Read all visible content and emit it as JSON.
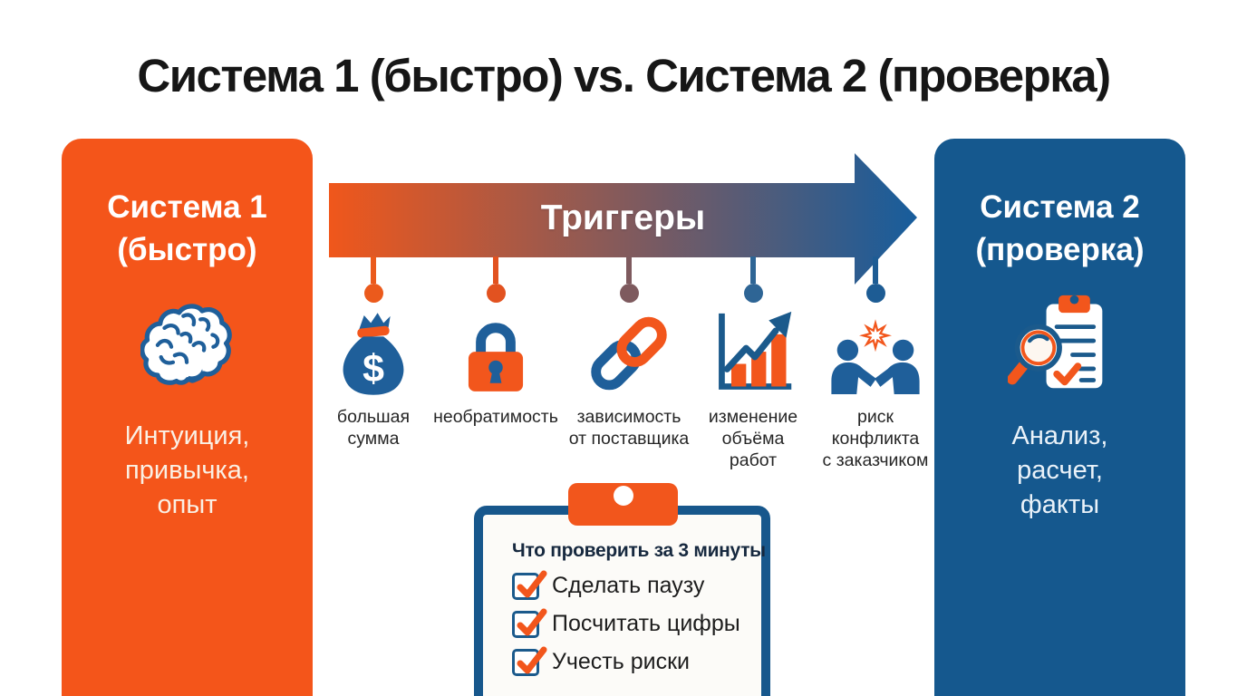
{
  "title": "Система 1 (быстро) vs. Система 2 (проверка)",
  "left_panel": {
    "heading": "Система 1\n(быстро)",
    "body": "Интуиция,\nпривычка,\nопыт",
    "color": "#F4551A",
    "icon": "brain"
  },
  "right_panel": {
    "heading": "Система 2\n(проверка)",
    "body": "Анализ,\nрасчет,\nфакты",
    "color": "#15588E",
    "icon": "magnifier-checklist"
  },
  "arrow": {
    "label": "Триггеры",
    "gradient_from": "#F0571B",
    "gradient_to": "#175D9C"
  },
  "triggers": [
    {
      "label": "большая\nсумма",
      "icon": "money-bag",
      "dot_color": "#EB5A1C"
    },
    {
      "label": "необратимость",
      "icon": "padlock",
      "dot_color": "#E25220"
    },
    {
      "label": "зависимость\nот поставщика",
      "icon": "chain-link",
      "dot_color": "#7E5A5E"
    },
    {
      "label": "изменение\nобъёма\nработ",
      "icon": "growth-chart",
      "dot_color": "#2E6595"
    },
    {
      "label": "риск\nконфликта\nс заказчиком",
      "icon": "conflict-people",
      "dot_color": "#1D5C94"
    }
  ],
  "checklist": {
    "heading": "Что проверить за 3 минуты",
    "items": [
      "Сделать паузу",
      "Посчитать цифры",
      "Учесть риски"
    ]
  }
}
